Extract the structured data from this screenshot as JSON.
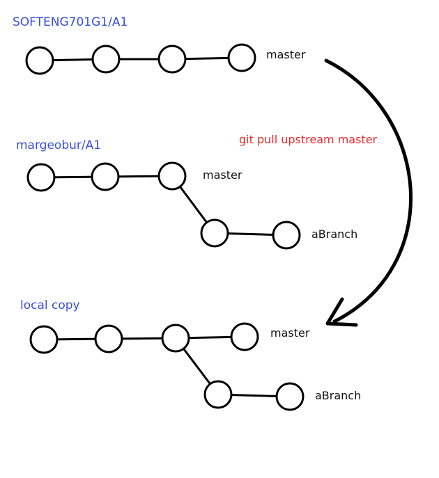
{
  "colors": {
    "title": "#3b4fd6",
    "command": "#e32d2d",
    "text": "#111111",
    "stroke": "#000000"
  },
  "panels": [
    {
      "title": "SOFTENG701G1/A1",
      "branch_labels": [
        "master"
      ]
    },
    {
      "title": "margeobur/A1",
      "branch_labels": [
        "master",
        "aBranch"
      ]
    },
    {
      "title": "local copy",
      "branch_labels": [
        "master",
        "aBranch"
      ]
    }
  ],
  "operation": {
    "label": "git pull upstream master",
    "from_panel": "SOFTENG701G1/A1",
    "to_panel": "local copy"
  }
}
